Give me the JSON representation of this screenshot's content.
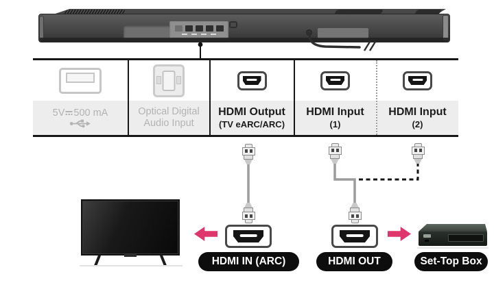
{
  "soundbar": {
    "name": "soundbar rear view"
  },
  "ports_panel": {
    "cells": [
      {
        "id": "usb",
        "state": "inactive",
        "icon": "usb-port-icon",
        "voltage": "5V",
        "current": "500 mA",
        "symbol_icons": [
          "dc-symbol-icon",
          "usb-trident-icon"
        ]
      },
      {
        "id": "optical",
        "state": "inactive",
        "icon": "optical-port-icon",
        "line1": "Optical Digital",
        "line2": "Audio Input"
      },
      {
        "id": "hdmi-output",
        "state": "active",
        "icon": "hdmi-port-icon",
        "line1": "HDMI Output",
        "line2": "(TV eARC/ARC)"
      },
      {
        "id": "hdmi-input-1",
        "state": "active",
        "icon": "hdmi-port-icon",
        "line1": "HDMI Input",
        "line2": "(1)"
      },
      {
        "id": "hdmi-input-2",
        "state": "active",
        "icon": "hdmi-port-icon",
        "line1": "HDMI Input",
        "line2": "(2)"
      }
    ]
  },
  "connections": {
    "tv_port_label": "HDMI IN (ARC)",
    "soundbar_out_label": "HDMI OUT",
    "stb_label": "Set-Top Box",
    "cable_to_input_2_style": "dashed-alternative"
  },
  "colors": {
    "arrow_accent": "#de356c",
    "pill_bg": "#0d0d0d",
    "pill_text": "#ffffff",
    "inactive_gray": "#b3b3b3",
    "label_band": "#ededed",
    "table_border": "#161616"
  }
}
